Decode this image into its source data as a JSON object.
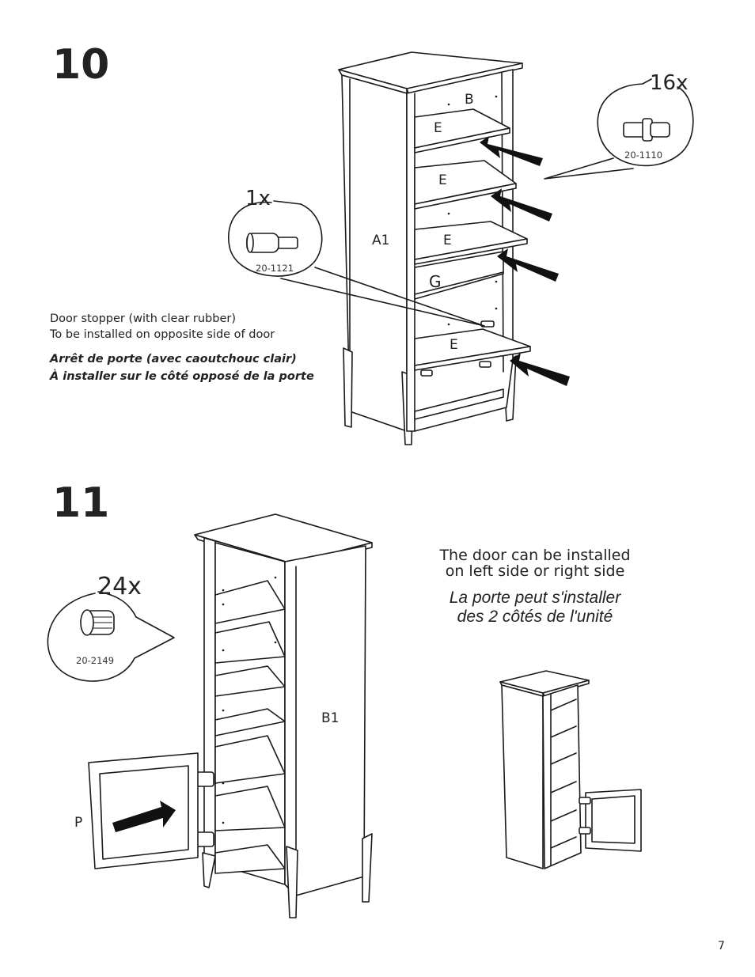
{
  "step10": {
    "number": "10",
    "parts": {
      "b": "B",
      "a1": "A1",
      "e1": "E",
      "e2": "E",
      "e3": "E",
      "g": "G",
      "e4": "E"
    },
    "callout_shelf_pin": {
      "qty": "16x",
      "code": "20-1110"
    },
    "callout_stopper": {
      "qty": "1x",
      "code": "20-1121"
    },
    "note_en": [
      "Door stopper (with clear rubber)",
      "To be installed on opposite side of door"
    ],
    "note_fr": [
      "Arrêt de porte (avec caoutchouc clair)",
      "À installer sur le côté opposé de la porte"
    ]
  },
  "step11": {
    "number": "11",
    "parts": {
      "b1": "B1",
      "p": "P"
    },
    "callout_hinge_screw": {
      "qty": "24x",
      "code": "20-2149"
    },
    "note_en": [
      "The door can be installed",
      "on left side or right side"
    ],
    "note_fr": [
      "La porte peut s'installer",
      "des 2 côtés de l'unité"
    ]
  },
  "page_number": "7"
}
